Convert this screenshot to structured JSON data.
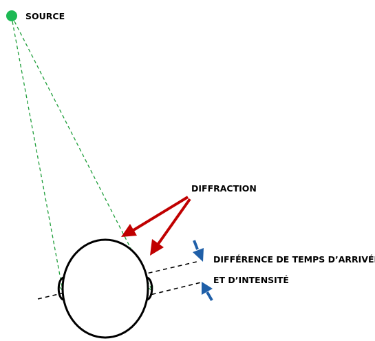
{
  "labels": {
    "source": "SOURCE",
    "diffraction": "DIFFRACTION",
    "difference_line1": "DIFFÉRENCE DE TEMPS D’ARRIVÉE",
    "difference_line2": "ET D’INTENSITÉ"
  },
  "colors": {
    "source_dot": "#1db954",
    "ray_lines": "#1e9e3a",
    "diffraction_arrows": "#c00000",
    "difference_arrows": "#1f5fa8",
    "head_outline": "#000000"
  },
  "icons": {
    "source": "source-dot",
    "head": "head-top-view-outline",
    "arrows": "arrow"
  }
}
